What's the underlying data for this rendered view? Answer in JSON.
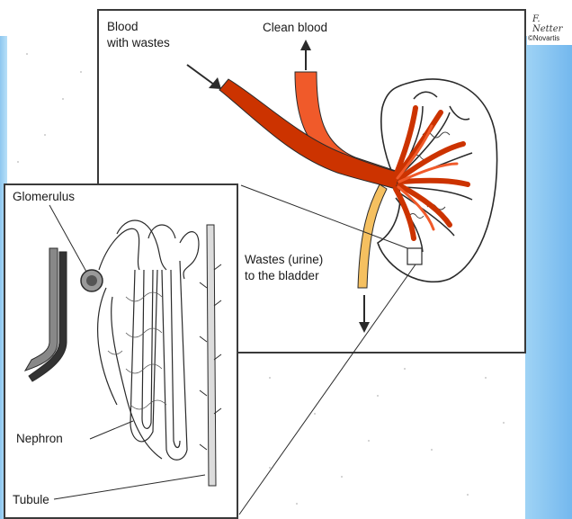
{
  "labels": {
    "blood_with_wastes_line1": "Blood",
    "blood_with_wastes_line2": "with wastes",
    "clean_blood": "Clean blood",
    "wastes_line1": "Wastes (urine)",
    "wastes_line2": "to the bladder",
    "glomerulus": "Glomerulus",
    "nephron": "Nephron",
    "tubule": "Tubule"
  },
  "logo": {
    "signature": "F. Netter",
    "copyright": "©Novartis"
  },
  "colors": {
    "artery_red": "#cc3300",
    "clean_blood_orange": "#f05a2a",
    "ureter_yellow": "#f5c060",
    "outline": "#2a2a2a",
    "side_blue": "#8cc6f1"
  }
}
